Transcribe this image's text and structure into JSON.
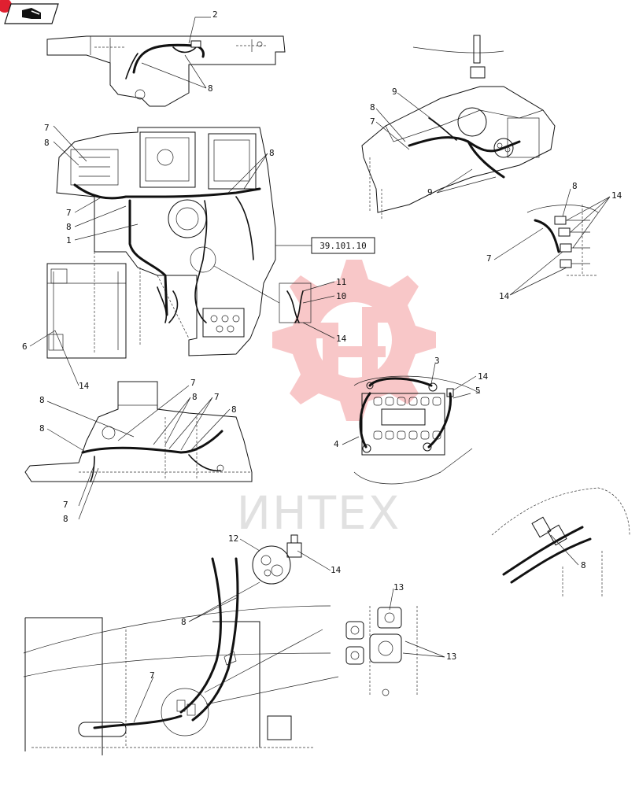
{
  "watermark": {
    "text": "ИНТЕХ",
    "color": "#e8494c"
  },
  "ref_box": {
    "text": "39.101.10"
  },
  "nav_icon": "book-pointer-icon",
  "callouts": [
    {
      "id": "c-2",
      "text": "2"
    },
    {
      "id": "c-8a",
      "text": "8"
    },
    {
      "id": "c-7a",
      "text": "7"
    },
    {
      "id": "c-8b",
      "text": "8"
    },
    {
      "id": "c-8c",
      "text": "8"
    },
    {
      "id": "c-7b",
      "text": "7"
    },
    {
      "id": "c-8d",
      "text": "8"
    },
    {
      "id": "c-1",
      "text": "1"
    },
    {
      "id": "c-6",
      "text": "6"
    },
    {
      "id": "c-14a",
      "text": "14"
    },
    {
      "id": "c-11",
      "text": "11"
    },
    {
      "id": "c-10",
      "text": "10"
    },
    {
      "id": "c-14b",
      "text": "14"
    },
    {
      "id": "c-9a",
      "text": "9"
    },
    {
      "id": "c-8e",
      "text": "8"
    },
    {
      "id": "c-7c",
      "text": "7"
    },
    {
      "id": "c-9b",
      "text": "9"
    },
    {
      "id": "c-8f",
      "text": "8"
    },
    {
      "id": "c-14c",
      "text": "14"
    },
    {
      "id": "c-7d",
      "text": "7"
    },
    {
      "id": "c-14d",
      "text": "14"
    },
    {
      "id": "c-3",
      "text": "3"
    },
    {
      "id": "c-14e",
      "text": "14"
    },
    {
      "id": "c-5",
      "text": "5"
    },
    {
      "id": "c-4",
      "text": "4"
    },
    {
      "id": "c-8g",
      "text": "8"
    },
    {
      "id": "c-7e",
      "text": "7"
    },
    {
      "id": "c-8h",
      "text": "8"
    },
    {
      "id": "c-7f",
      "text": "7"
    },
    {
      "id": "c-8i",
      "text": "8"
    },
    {
      "id": "c-8j",
      "text": "8"
    },
    {
      "id": "c-7g",
      "text": "7"
    },
    {
      "id": "c-8k",
      "text": "8"
    },
    {
      "id": "c-7h",
      "text": "7"
    },
    {
      "id": "c-8l",
      "text": "8"
    },
    {
      "id": "c-8m",
      "text": "8"
    },
    {
      "id": "c-12",
      "text": "12"
    },
    {
      "id": "c-14f",
      "text": "14"
    },
    {
      "id": "c-8n",
      "text": "8"
    },
    {
      "id": "c-13a",
      "text": "13"
    },
    {
      "id": "c-13b",
      "text": "13"
    },
    {
      "id": "c-7i",
      "text": "7"
    }
  ]
}
